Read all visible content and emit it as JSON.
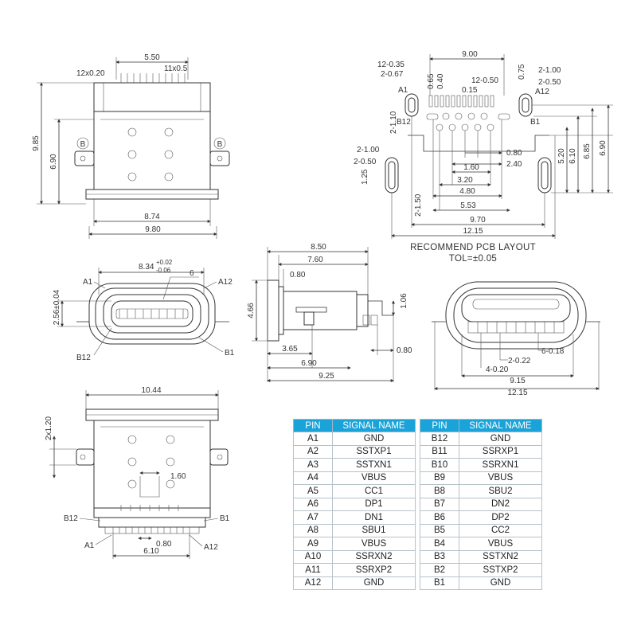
{
  "top_view": {
    "dims": [
      "5.50",
      "12x0.20",
      "11x0.5",
      "9.85",
      "6.90",
      "8.74",
      "9.80"
    ],
    "marker": "B"
  },
  "pcb_layout": {
    "caption_line1": "RECOMMEND PCB LAYOUT",
    "caption_line2": "TOL=±0.05",
    "dims": [
      "9.00",
      "12-0.35",
      "2-0.67",
      "0.65",
      "0.40",
      "A1",
      "12-0.50",
      "0.15",
      "0.75",
      "2-1.00",
      "2-0.50",
      "A12",
      "B12",
      "B1",
      "2-1.10",
      "2-1.00",
      "2-0.50",
      "1.25",
      "2-1.50",
      "0.80",
      "2.40",
      "1.60",
      "3.20",
      "4.80",
      "5.53",
      "9.70",
      "12.15",
      "5.20",
      "6.10",
      "6.85",
      "6.90"
    ]
  },
  "front_view": {
    "dims": [
      "8.34",
      "+0.02",
      "-0.06",
      "6",
      "A1",
      "A12",
      "2.56±0.04",
      "B12",
      "B1"
    ]
  },
  "side_view": {
    "dims": [
      "8.50",
      "7.60",
      "0.80",
      "4.66",
      "1.06",
      "3.65",
      "0.80",
      "6.90",
      "9.25"
    ]
  },
  "rear_view": {
    "dims": [
      "6-0.18",
      "2-0.22",
      "4-0.20",
      "9.15",
      "12.15"
    ]
  },
  "bottom_view": {
    "dims": [
      "10.44",
      "2x1.20",
      "1.60",
      "B12",
      "B1",
      "A1",
      "0.80",
      "A12",
      "6.10"
    ]
  },
  "pin_table": {
    "headers": [
      "PIN",
      "SIGNAL NAME"
    ],
    "left": [
      [
        "A1",
        "GND"
      ],
      [
        "A2",
        "SSTXP1"
      ],
      [
        "A3",
        "SSTXN1"
      ],
      [
        "A4",
        "VBUS"
      ],
      [
        "A5",
        "CC1"
      ],
      [
        "A6",
        "DP1"
      ],
      [
        "A7",
        "DN1"
      ],
      [
        "A8",
        "SBU1"
      ],
      [
        "A9",
        "VBUS"
      ],
      [
        "A10",
        "SSRXN2"
      ],
      [
        "A11",
        "SSRXP2"
      ],
      [
        "A12",
        "GND"
      ]
    ],
    "right": [
      [
        "B12",
        "GND"
      ],
      [
        "B11",
        "SSRXP1"
      ],
      [
        "B10",
        "SSRXN1"
      ],
      [
        "B9",
        "VBUS"
      ],
      [
        "B8",
        "SBU2"
      ],
      [
        "B7",
        "DN2"
      ],
      [
        "B6",
        "DP2"
      ],
      [
        "B5",
        "CC2"
      ],
      [
        "B4",
        "VBUS"
      ],
      [
        "B3",
        "SSTXN2"
      ],
      [
        "B2",
        "SSTXP2"
      ],
      [
        "B1",
        "GND"
      ]
    ],
    "header_color": "#1aa3d9"
  }
}
